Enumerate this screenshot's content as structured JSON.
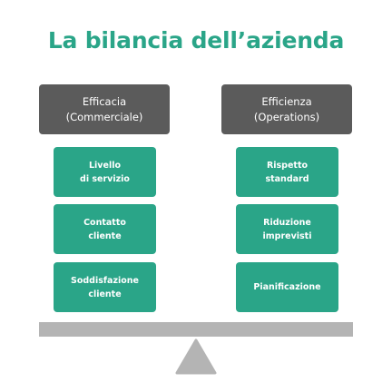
{
  "title": "La bilancia dell’azienda",
  "left_column": {
    "header_line1": "Efficacia",
    "header_line2": "(Commerciale)",
    "cards": [
      {
        "line1": "Livello",
        "line2": "di servizio"
      },
      {
        "line1": "Contatto",
        "line2": "cliente"
      },
      {
        "line1": "Soddisfazione",
        "line2": "cliente"
      }
    ]
  },
  "right_column": {
    "header_line1": "Efficienza",
    "header_line2": "(Operations)",
    "cards": [
      {
        "line1": "Rispetto",
        "line2": "standard"
      },
      {
        "line1": "Riduzione",
        "line2": "imprevisti"
      },
      {
        "line1": "Pianificazione"
      }
    ]
  },
  "colors": {
    "accent": "#2aa588",
    "header_bg": "#5b5b5b",
    "scale": "#b4b4b4"
  },
  "icons": {
    "scale": "balance-scale-icon"
  }
}
